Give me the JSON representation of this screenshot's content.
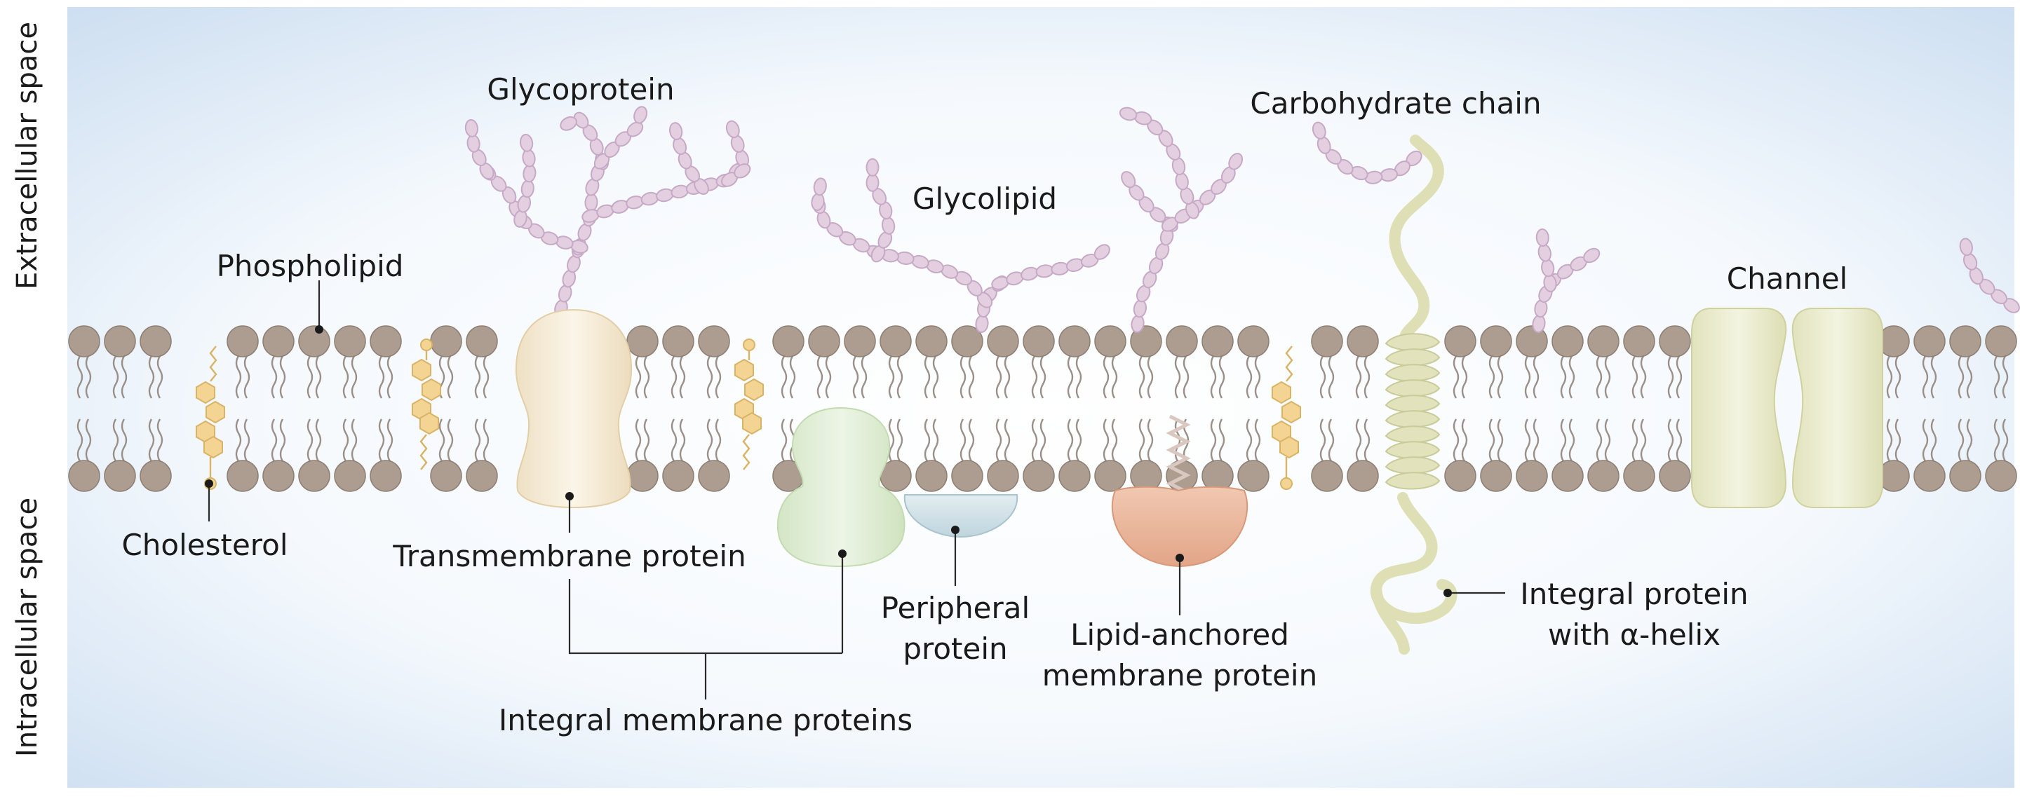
{
  "side_labels": {
    "extracellular": "Extracellular space",
    "intracellular": "Intracellular space"
  },
  "labels": {
    "glycoprotein": "Glycoprotein",
    "glycolipid": "Glycolipid",
    "carbohydrate_chain": "Carbohydrate chain",
    "phospholipid": "Phospholipid",
    "channel": "Channel",
    "cholesterol": "Cholesterol",
    "transmembrane_protein": "Transmembrane protein",
    "peripheral_protein_line1": "Peripheral",
    "peripheral_protein_line2": "protein",
    "lipid_anchored_line1": "Lipid-anchored",
    "lipid_anchored_line2": "membrane protein",
    "integral_alpha_line1": "Integral protein",
    "integral_alpha_line2": "with α-helix",
    "integral_membrane_proteins": "Integral membrane proteins"
  },
  "colors": {
    "background_edge": "#c9dcf0",
    "lipid_head": "#ac9d90",
    "carbohydrate": "#e4cfe1",
    "cholesterol": "#f3d493",
    "transmembrane_protein": "#f4ead5",
    "integral_green_protein": "#dcebd1",
    "peripheral_protein": "#cfe0e6",
    "lipid_anchored_protein": "#eab59a",
    "helix_and_channel": "#e6e7c6"
  }
}
